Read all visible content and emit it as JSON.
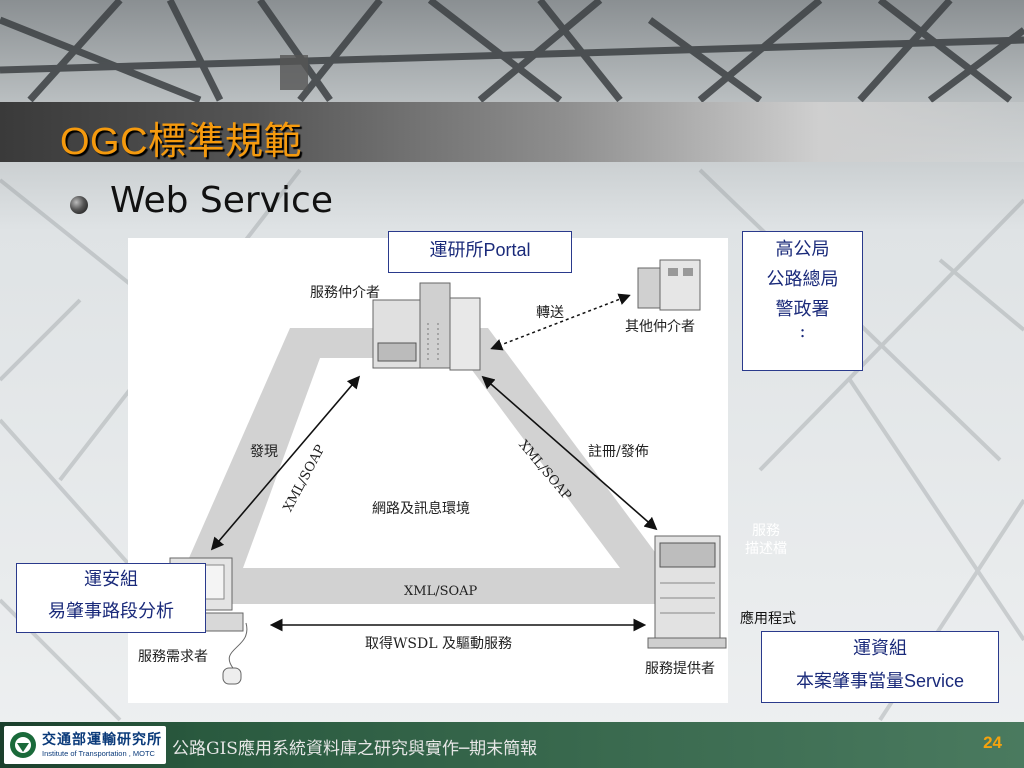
{
  "slide": {
    "title": "OGC標準規範",
    "bullet": "Web Service",
    "page_number": "24"
  },
  "diagram": {
    "broker_label": "服務仲介者",
    "other_broker_label": "其他仲介者",
    "forward_label": "轉送",
    "discover_label": "發現",
    "register_label": "註冊/發佈",
    "xml_soap_left": "XML/SOAP",
    "xml_soap_right": "XML/SOAP",
    "xml_soap_bottom": "XML/SOAP",
    "network_label": "網路及訊息環境",
    "wsdl_label": "取得WSDL 及驅動服務",
    "requester_label": "服務需求者",
    "provider_label": "服務提供者",
    "service_desc_line1": "服務",
    "service_desc_line2": "描述檔",
    "application_label": "應用程式"
  },
  "callouts": {
    "portal_prefix": "運研所",
    "portal_suffix": "Portal",
    "agencies": [
      "高公局",
      "公路總局",
      "警政署",
      ":"
    ],
    "safety_line1": "運安組",
    "safety_line2": "易肇事路段分析",
    "info_line1": "運資組",
    "info_line2_prefix": "本案肇事當量",
    "info_line2_suffix": "Service"
  },
  "footer": {
    "logo_zh": "交通部運輸研究所",
    "logo_en": "Institute of Transportation , MOTC",
    "text": "公路GIS應用系統資料庫之研究與實作─期末簡報"
  },
  "colors": {
    "title": "#f59a0e",
    "callout_border": "#2a3a8c",
    "callout_text": "#1a2a7a",
    "footer_bg": "#2a5a3f",
    "page_number": "#f5a30e",
    "purple_box": "#8a7ab0"
  }
}
